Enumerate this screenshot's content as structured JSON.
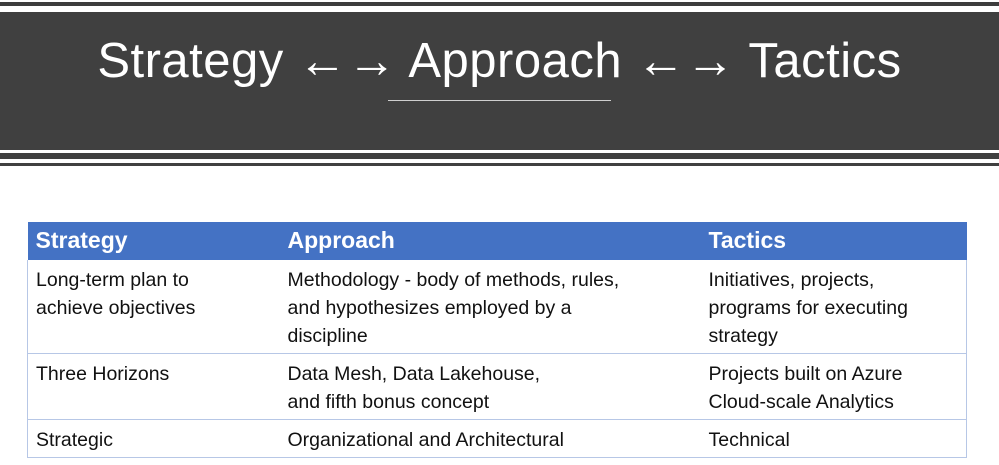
{
  "slide": {
    "title": "Strategy ←→ Approach ←→ Tactics"
  },
  "table": {
    "headers": [
      "Strategy",
      "Approach",
      "Tactics"
    ],
    "rows": [
      [
        "Long-term plan to\nachieve objectives",
        "Methodology - body of methods, rules,\nand hypothesizes employed by a\ndiscipline",
        "Initiatives, projects,\nprograms for executing\nstrategy"
      ],
      [
        "Three Horizons",
        "Data Mesh, Data Lakehouse,\nand fifth bonus concept",
        "Projects built on Azure\nCloud-scale Analytics"
      ],
      [
        "Strategic",
        "Organizational and Architectural",
        "Technical"
      ]
    ]
  },
  "colors": {
    "title_band": "#404040",
    "header_fill": "#4472c4",
    "row_border": "#b7c7e6"
  }
}
